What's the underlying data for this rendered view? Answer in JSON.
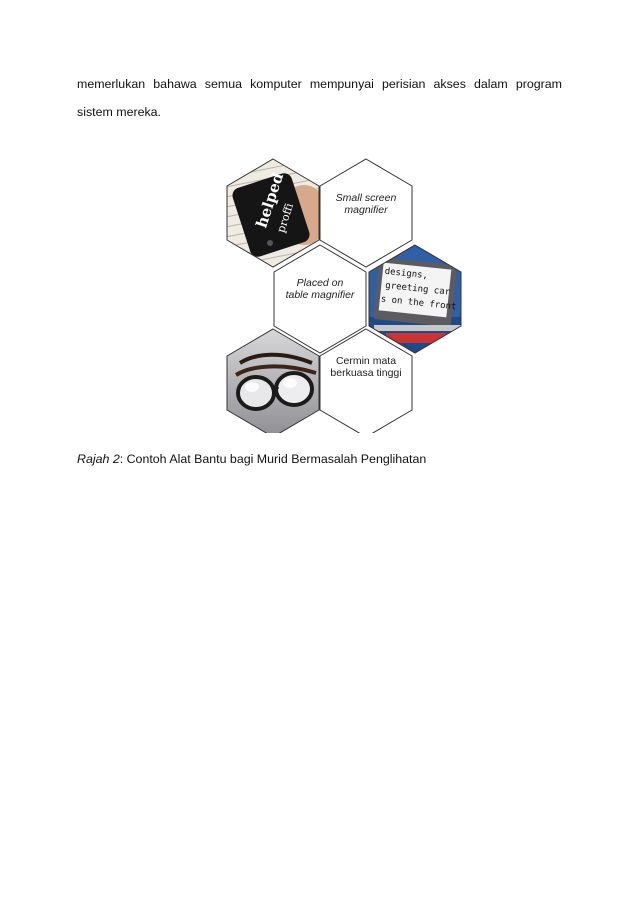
{
  "paragraph": "memerlukan bahawa semua komputer mempunyai perisian akses dalam program sistem mereka.",
  "figure": {
    "small_screen_label": "Small screen magnifier",
    "table_label": "Placed on table magnifier",
    "glasses_label": "Cermin mata berkuasa tinggi",
    "photo_text_handheld": [
      "helped",
      "proffi"
    ],
    "photo_text_table": [
      "designs,",
      "greeting car",
      "s on the front"
    ]
  },
  "caption": {
    "lead": "Rajah 2",
    "rest": ": Contoh Alat Bantu bagi Murid Bermasalah Penglihatan"
  }
}
